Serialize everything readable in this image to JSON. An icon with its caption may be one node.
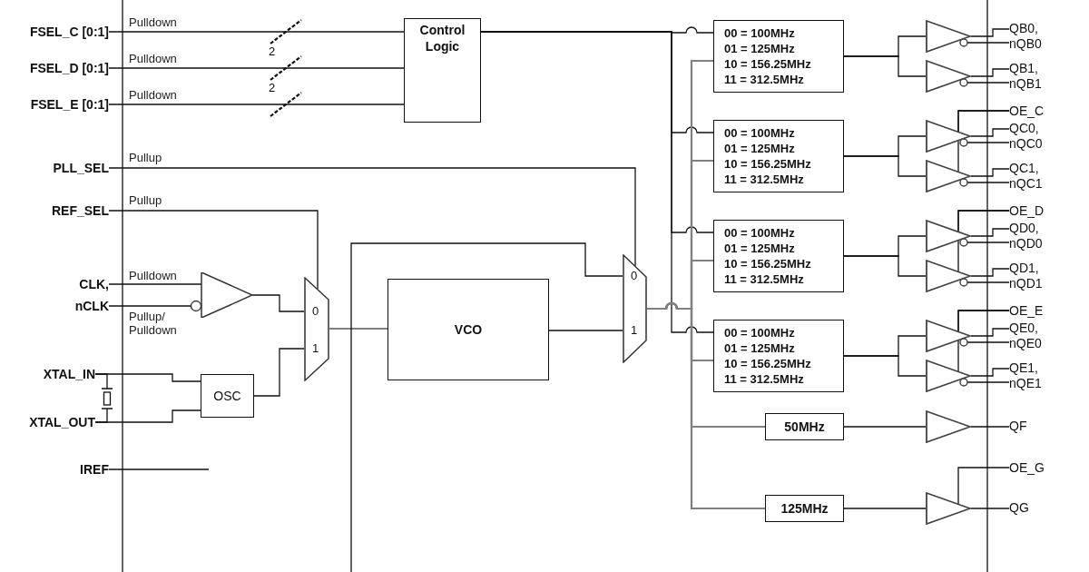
{
  "diagram": {
    "nodes": [
      {
        "text": [
          "FSEL_C [0:1]"
        ],
        "beside": [
          "Pulldown"
        ]
      },
      {
        "text": [
          "FSEL_D [0:1]"
        ],
        "beside": [
          "Pulldown"
        ]
      },
      {
        "text": [
          "FSEL_E [0:1]"
        ],
        "beside": [
          "Pulldown"
        ]
      },
      {
        "text": [
          "PLL_SEL"
        ],
        "beside": [
          "Pullup"
        ]
      },
      {
        "text": [
          "REF_SEL"
        ],
        "beside": [
          "Pullup"
        ]
      },
      {
        "text": [
          "CLK,"
        ],
        "beside": [
          "Pulldown"
        ]
      },
      {
        "text": [
          "nCLK"
        ],
        "beside": [
          "Pullup/ Pulldown"
        ]
      },
      {
        "text": [
          "XTAL_IN"
        ]
      },
      {
        "text": [
          "XTAL_OUT"
        ]
      },
      {
        "text": [
          "IREF"
        ]
      },
      {
        "text": [],
        "shape": "crystal"
      },
      {
        "text": [
          "Control Logic"
        ]
      },
      {
        "text": [],
        "shape": "triangle"
      },
      {
        "text": [
          "OSC"
        ]
      },
      {
        "text": [
          "0",
          "1"
        ]
      },
      {
        "text": [
          "VCO"
        ]
      },
      {
        "text": [
          "0",
          "1"
        ]
      },
      {
        "text": [
          "00 = 100MHz",
          "01 = 125MHz",
          "10 = 156.25MHz",
          "11 = 312.5MHz"
        ]
      },
      {
        "text": [
          "00 = 100MHz",
          "01 = 125MHz",
          "10 = 156.25MHz",
          "11 = 312.5MHz"
        ]
      },
      {
        "text": [
          "00 = 100MHz",
          "01 = 125MHz",
          "10 = 156.25MHz",
          "11 = 312.5MHz"
        ]
      },
      {
        "text": [
          "00 = 100MHz",
          "01 = 125MHz",
          "10 = 156.25MHz",
          "11 = 312.5MHz"
        ]
      },
      {
        "text": [
          "50MHz"
        ]
      },
      {
        "text": [
          "125MHz"
        ]
      },
      {
        "text": [],
        "shape": "triangle"
      },
      {
        "text": [],
        "shape": "triangle"
      },
      {
        "text": [],
        "shape": "triangle"
      },
      {
        "text": [],
        "shape": "triangle"
      },
      {
        "text": [],
        "shape": "triangle"
      },
      {
        "text": [],
        "shape": "triangle"
      },
      {
        "text": [],
        "shape": "triangle"
      },
      {
        "text": [],
        "shape": "triangle"
      },
      {
        "text": [],
        "shape": "triangle"
      },
      {
        "text": [],
        "shape": "triangle"
      },
      {
        "text": [
          "QB0, nQB0"
        ]
      },
      {
        "text": [
          "QB1, nQB1"
        ]
      },
      {
        "text": [
          "OE_C"
        ]
      },
      {
        "text": [
          "QC0, nQC0"
        ]
      },
      {
        "text": [
          "QC1, nQC1"
        ]
      },
      {
        "text": [
          "OE_D"
        ]
      },
      {
        "text": [
          "QD0, nQD0"
        ]
      },
      {
        "text": [
          "QD1, nQD1"
        ]
      },
      {
        "text": [
          "OE_E"
        ]
      },
      {
        "text": [
          "QE0, nQE0"
        ]
      },
      {
        "text": [
          "QE1, nQE1"
        ]
      },
      {
        "text": [
          "QF"
        ]
      },
      {
        "text": [
          "OE_G"
        ]
      },
      {
        "text": [
          "QG"
        ]
      }
    ],
    "edges": [
      {
        "from": 0,
        "to": 11,
        "arrow": "none"
      },
      {
        "from": 1,
        "to": 11,
        "arrow": "none"
      },
      {
        "from": 2,
        "to": 11,
        "arrow": "none"
      },
      {
        "from": 3,
        "to": 16,
        "arrow": "none"
      },
      {
        "from": 4,
        "to": 14,
        "arrow": "none"
      },
      {
        "from": 5,
        "to": 12,
        "arrow": "none"
      },
      {
        "from": 6,
        "to": 12,
        "arrow": "none"
      },
      {
        "from": 7,
        "to": 10,
        "arrow": "none"
      },
      {
        "from": 10,
        "to": 8,
        "arrow": "none"
      },
      {
        "from": 7,
        "to": 13,
        "arrow": "none"
      },
      {
        "from": 8,
        "to": 13,
        "arrow": "none"
      },
      {
        "from": 9,
        "to": null,
        "arrow": "none"
      },
      {
        "from": 12,
        "to": 14,
        "arrow": "none"
      },
      {
        "from": 13,
        "to": 14,
        "arrow": "none"
      },
      {
        "from": 14,
        "to": 15,
        "arrow": "none",
        "color": "#808080"
      },
      {
        "from": 15,
        "to": 16,
        "arrow": "none"
      },
      {
        "from": null,
        "to": 16,
        "arrow": "none"
      },
      {
        "from": 11,
        "to": 17,
        "arrow": "none"
      },
      {
        "from": 11,
        "to": 18,
        "arrow": "none"
      },
      {
        "from": 11,
        "to": 19,
        "arrow": "none"
      },
      {
        "from": 11,
        "to": 20,
        "arrow": "none"
      },
      {
        "from": 16,
        "to": 17,
        "arrow": "none",
        "color": "#808080"
      },
      {
        "from": 16,
        "to": 18,
        "arrow": "none",
        "color": "#808080"
      },
      {
        "from": 16,
        "to": 19,
        "arrow": "none",
        "color": "#808080"
      },
      {
        "from": 16,
        "to": 20,
        "arrow": "none",
        "color": "#808080"
      },
      {
        "from": 16,
        "to": 21,
        "arrow": "none",
        "color": "#808080"
      },
      {
        "from": 16,
        "to": 22,
        "arrow": "none",
        "color": "#808080"
      },
      {
        "from": 17,
        "to": 23,
        "arrow": "none"
      },
      {
        "from": 17,
        "to": 24,
        "arrow": "none"
      },
      {
        "from": 18,
        "to": 25,
        "arrow": "none"
      },
      {
        "from": 18,
        "to": 26,
        "arrow": "none"
      },
      {
        "from": 19,
        "to": 27,
        "arrow": "none"
      },
      {
        "from": 19,
        "to": 28,
        "arrow": "none"
      },
      {
        "from": 20,
        "to": 29,
        "arrow": "none"
      },
      {
        "from": 20,
        "to": 30,
        "arrow": "none"
      },
      {
        "from": 21,
        "to": 31,
        "arrow": "none"
      },
      {
        "from": 22,
        "to": 32,
        "arrow": "none"
      },
      {
        "from": 23,
        "to": 33,
        "arrow": "none"
      },
      {
        "from": 24,
        "to": 34,
        "arrow": "none"
      },
      {
        "from": 25,
        "to": 36,
        "arrow": "none"
      },
      {
        "from": 26,
        "to": 37,
        "arrow": "none"
      },
      {
        "from": 27,
        "to": 39,
        "arrow": "none"
      },
      {
        "from": 28,
        "to": 40,
        "arrow": "none"
      },
      {
        "from": 29,
        "to": 42,
        "arrow": "none"
      },
      {
        "from": 30,
        "to": 43,
        "arrow": "none"
      },
      {
        "from": 31,
        "to": 44,
        "arrow": "none"
      },
      {
        "from": 35,
        "to": 25,
        "arrow": "none"
      },
      {
        "from": 35,
        "to": 26,
        "arrow": "none"
      },
      {
        "from": 38,
        "to": 27,
        "arrow": "none"
      },
      {
        "from": 38,
        "to": 28,
        "arrow": "none"
      },
      {
        "from": 41,
        "to": 29,
        "arrow": "none"
      },
      {
        "from": 41,
        "to": 30,
        "arrow": "none"
      },
      {
        "from": 45,
        "to": 32,
        "arrow": "none"
      },
      {
        "from": 32,
        "to": 46,
        "arrow": "none"
      }
    ],
    "labels": [
      "2",
      "2"
    ]
  }
}
